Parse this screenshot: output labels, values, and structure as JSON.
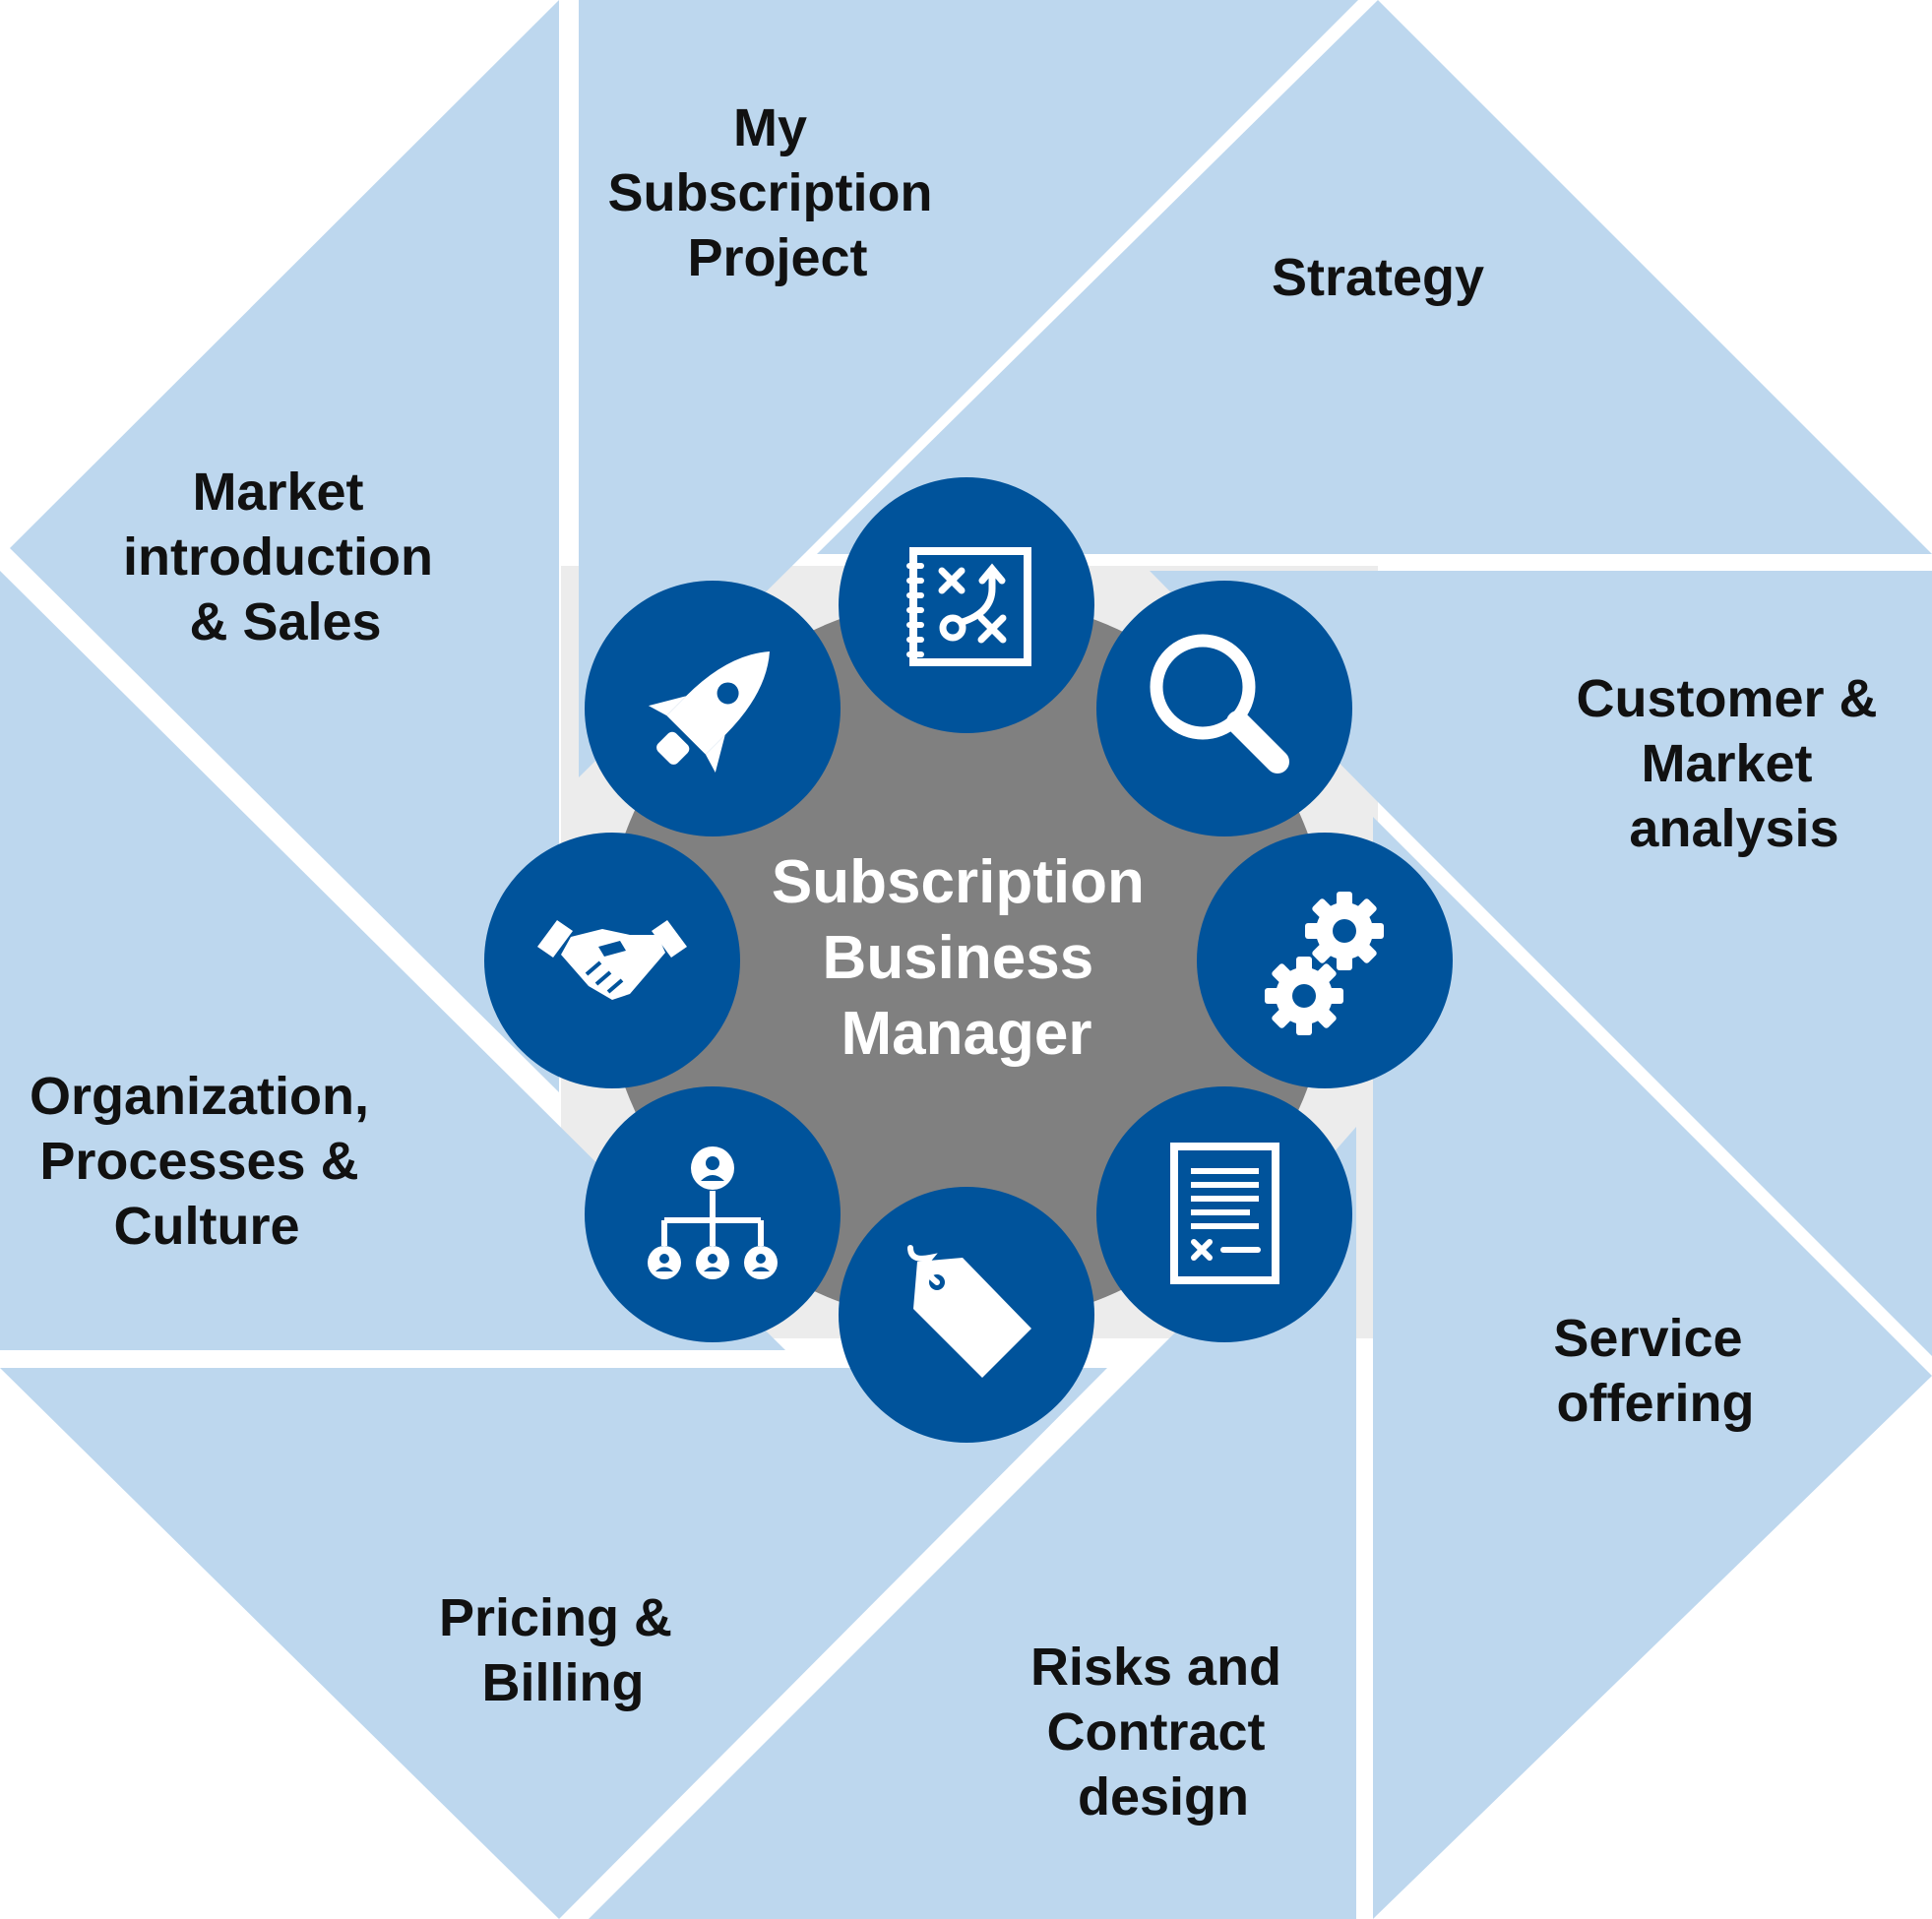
{
  "center": {
    "lines": [
      "Subscription",
      "Business",
      "Manager"
    ]
  },
  "segments": [
    {
      "id": "my-subscription-project",
      "lines": [
        "My",
        "Subscription",
        "Project"
      ]
    },
    {
      "id": "strategy",
      "lines": [
        "Strategy"
      ]
    },
    {
      "id": "customer-market-analysis",
      "lines": [
        "Customer &",
        "Market",
        "analysis"
      ]
    },
    {
      "id": "service-offering",
      "lines": [
        "Service",
        "offering"
      ]
    },
    {
      "id": "risks-contract-design",
      "lines": [
        "Risks and",
        "Contract",
        "design"
      ]
    },
    {
      "id": "pricing-billing",
      "lines": [
        "Pricing &",
        "Billing"
      ]
    },
    {
      "id": "organization-processes-culture",
      "lines": [
        "Organization,",
        "Processes &",
        "Culture"
      ]
    },
    {
      "id": "market-introduction-sales",
      "lines": [
        "Market",
        "introduction",
        "& Sales"
      ]
    }
  ],
  "icons": [
    "strategy-board-icon",
    "magnifier-icon",
    "gears-icon",
    "contract-document-icon",
    "price-tag-icon",
    "org-chart-icon",
    "handshake-icon",
    "rocket-icon"
  ],
  "colors": {
    "segment_fill": "#bdd7ee",
    "hub_fill": "#808080",
    "icon_circle": "#00539b",
    "icon_glyph": "#ffffff",
    "gap": "#ffffff"
  }
}
